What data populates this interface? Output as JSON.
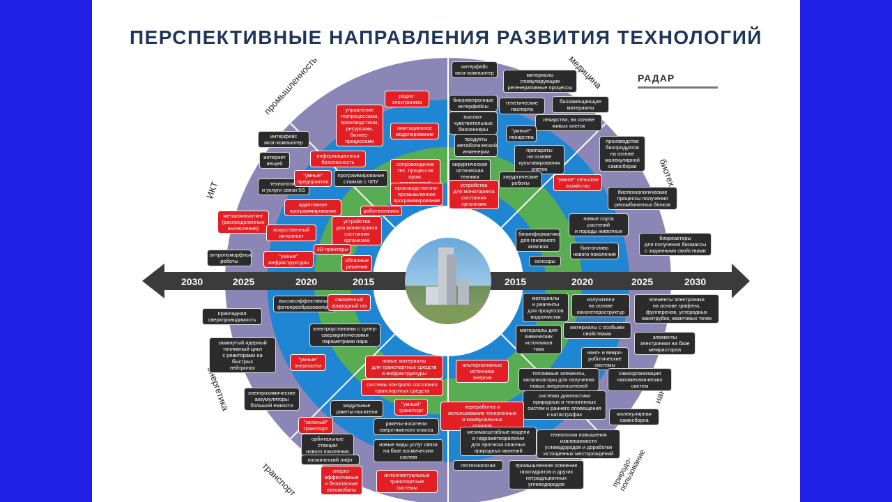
{
  "title": "ПЕРСПЕКТИВНЫЕ НАПРАВЛЕНИЯ РАЗВИТИЯ ТЕХНОЛОГИЙ",
  "radar_label": "РАДАР",
  "axis": {
    "left": [
      "2030",
      "2025",
      "2020",
      "2015"
    ],
    "right": [
      "2015",
      "2020",
      "2025",
      "2030"
    ]
  },
  "sectors": {
    "industry": "промышленность",
    "medicine": "медицина",
    "ict": "ИКТ",
    "biotech": "биотех",
    "energy": "энергетика",
    "nanotech": "нанотех",
    "transport": "транспорт",
    "nature": "природо-\nпользование"
  },
  "items": [
    {
      "t": "интерфейс\nмозг-компьютер",
      "c": "dark"
    },
    {
      "t": "интернет\nвещей",
      "c": "dark"
    },
    {
      "t": "технологии\nи услуги связи 5G",
      "c": "dark"
    },
    {
      "t": "метакомпьютинг\n(распределенные\nвычисления)",
      "c": "red"
    },
    {
      "t": "антропоморфные\nроботы",
      "c": "dark"
    },
    {
      "t": "радио-\nэлектроника",
      "c": "red"
    },
    {
      "t": "управление\nтехпроцессами,\nпроизводством,\nресурсами,\nбизнес-\nпроцессами",
      "c": "red"
    },
    {
      "t": "имитационное\nмоделирование",
      "c": "red"
    },
    {
      "t": "информационная\nбезопасность",
      "c": "red"
    },
    {
      "t": "\"умные\"\nпредприятия",
      "c": "red"
    },
    {
      "t": "программирование\nстанков с ЧПУ",
      "c": "dark"
    },
    {
      "t": "сопровождение\nтех. процессов\nпром. предприятий",
      "c": "red"
    },
    {
      "t": "производственно-\nпромышленное\nпрограммирование",
      "c": "red"
    },
    {
      "t": "адаптивное\nпрограммирование",
      "c": "red"
    },
    {
      "t": "робототехника",
      "c": "red"
    },
    {
      "t": "искусственный\nинтеллект",
      "c": "red"
    },
    {
      "t": "устройства\nдля мониторинга\nсостояния\nорганизма",
      "c": "red"
    },
    {
      "t": "3D-принтеры",
      "c": "red"
    },
    {
      "t": "\"умные\"\nинфраструктуры",
      "c": "red"
    },
    {
      "t": "облачные\nрешения",
      "c": "red"
    },
    {
      "t": "интерфейс\nмозг-компьютер",
      "c": "dark"
    },
    {
      "t": "материалы\nстимулирующие\nрегенеративные процессы",
      "c": "dark"
    },
    {
      "t": "биоэлектронные\nинтерфейсы",
      "c": "dark"
    },
    {
      "t": "генетические\nпаспорта",
      "c": "dark"
    },
    {
      "t": "биозамещающие\nматериалы",
      "c": "dark"
    },
    {
      "t": "высоко-\nчувствительные\nбиосенсеры",
      "c": "dark"
    },
    {
      "t": "лекарства, на основе\nживых клеток",
      "c": "dark"
    },
    {
      "t": "продукты\nметаболической\nинженерии",
      "c": "dark"
    },
    {
      "t": "\"умные\"\nлекарства",
      "c": "dark"
    },
    {
      "t": "производство\nбиопродуктов\nна основе\nмолекулярной\nсамосборки",
      "c": "dark"
    },
    {
      "t": "хирургическая\nоптическая\nтехника",
      "c": "dark"
    },
    {
      "t": "препараты\nна основе\nкультивирования\nклеток",
      "c": "dark"
    },
    {
      "t": "хирургические\nроботы",
      "c": "dark"
    },
    {
      "t": "устройства\nдля мониторинга\nсостояния\nорганизма",
      "c": "red"
    },
    {
      "t": "\"умное\" сельское\nхозяйство",
      "c": "red"
    },
    {
      "t": "биотехнологические\nпроцессы получения\nрекомбинатных белков",
      "c": "dark"
    },
    {
      "t": "новые сорта\nрастений\nи породы животных",
      "c": "dark"
    },
    {
      "t": "биоинформатика\nдля геномного\nанализа",
      "c": "dark"
    },
    {
      "t": "биотопливо\nнового поколения",
      "c": "dark"
    },
    {
      "t": "биореакторы\nдля получения биомассы\nс заданными свойствами",
      "c": "dark"
    },
    {
      "t": "сенсоры",
      "c": "dark"
    },
    {
      "t": "высокоэффективные\nфотопреобразователи",
      "c": "dark"
    },
    {
      "t": "прикладная\nсверхпроводимость",
      "c": "dark"
    },
    {
      "t": "сжиженный\nприродный газ",
      "c": "red"
    },
    {
      "t": "электроустановки с супер-\nсверхкритическими\nпараметрами пара",
      "c": "dark"
    },
    {
      "t": "замкнутый ядерный\nтопливный цикл\nс реакторами на быстрых\nнейтронах",
      "c": "dark"
    },
    {
      "t": "\"умные\"\nэнергосети",
      "c": "red"
    },
    {
      "t": "электрохимические\nаккумуляторы\nбольшой емкости",
      "c": "dark"
    },
    {
      "t": "новые материалы\nдля транспортных средств\nи инфраструктуры",
      "c": "red"
    },
    {
      "t": "системы контроля состояния\nтранспортных средств",
      "c": "red"
    },
    {
      "t": "модульные\nракеты-носители",
      "c": "dark"
    },
    {
      "t": "\"умный\"\nтранспорт",
      "c": "red"
    },
    {
      "t": "\"зеленый\"\nтранспорт",
      "c": "red"
    },
    {
      "t": "ракеты-носители\nсверхтяжелого класса",
      "c": "dark"
    },
    {
      "t": "орбитальные станции\nнового поколения",
      "c": "dark"
    },
    {
      "t": "новые виды услуг связи\nна базе космических\nсистем",
      "c": "dark"
    },
    {
      "t": "космический лифт",
      "c": "dark"
    },
    {
      "t": "энерго-\nэффективные\nи безопасные\nавтомобили",
      "c": "red"
    },
    {
      "t": "интеллектуальные\nтранспортные\nсистемы",
      "c": "red"
    },
    {
      "t": "материалы\nи реагенты\nдля процессов\nводоочистки",
      "c": "dark"
    },
    {
      "t": "излучатели\nна основе\nнаногетероструктур",
      "c": "dark"
    },
    {
      "t": "элементы электроники\nна основе графена,\nфуллеренов, углеродных\nнанотрубок, квантовых точек",
      "c": "dark"
    },
    {
      "t": "материалы для\nхимических\nисточников\nтока",
      "c": "dark"
    },
    {
      "t": "материалы с особыми\nсвойствами",
      "c": "dark"
    },
    {
      "t": "элементы\nэлектроники на базе\nмемристоров",
      "c": "dark"
    },
    {
      "t": "нано- и микро-\nроботические\nсистемы",
      "c": "dark"
    },
    {
      "t": "альтернативные\nисточники\nэнергии",
      "c": "red"
    },
    {
      "t": "топливные элементы,\nкатализаторы для получения\nновых энергоносителей",
      "c": "dark"
    },
    {
      "t": "самоорганизация\nнаномеханических\nсистем",
      "c": "dark"
    },
    {
      "t": "системы диагностики\nприродных и техногенных\nсистем и раннего оповещения\nо катастрофах",
      "c": "dark"
    },
    {
      "t": "переработка и\nиспользование техногенных\nи коммунальных\nотходов",
      "c": "red"
    },
    {
      "t": "молекулярная\nсамосборка",
      "c": "dark"
    },
    {
      "t": "мезомасштабные модели\nв гидрометеорологии\nдля прогноза опасных\nприродных явлений",
      "c": "dark"
    },
    {
      "t": "технологии повышения\nизвлекаемости\nуглеводородов и доработки\nистощенных месторождений",
      "c": "dark"
    },
    {
      "t": "геотехнологии",
      "c": "dark"
    },
    {
      "t": "промышленное освоение\nгазогидратов и других\nнетрадиционных\nуглеводородов",
      "c": "dark"
    }
  ]
}
